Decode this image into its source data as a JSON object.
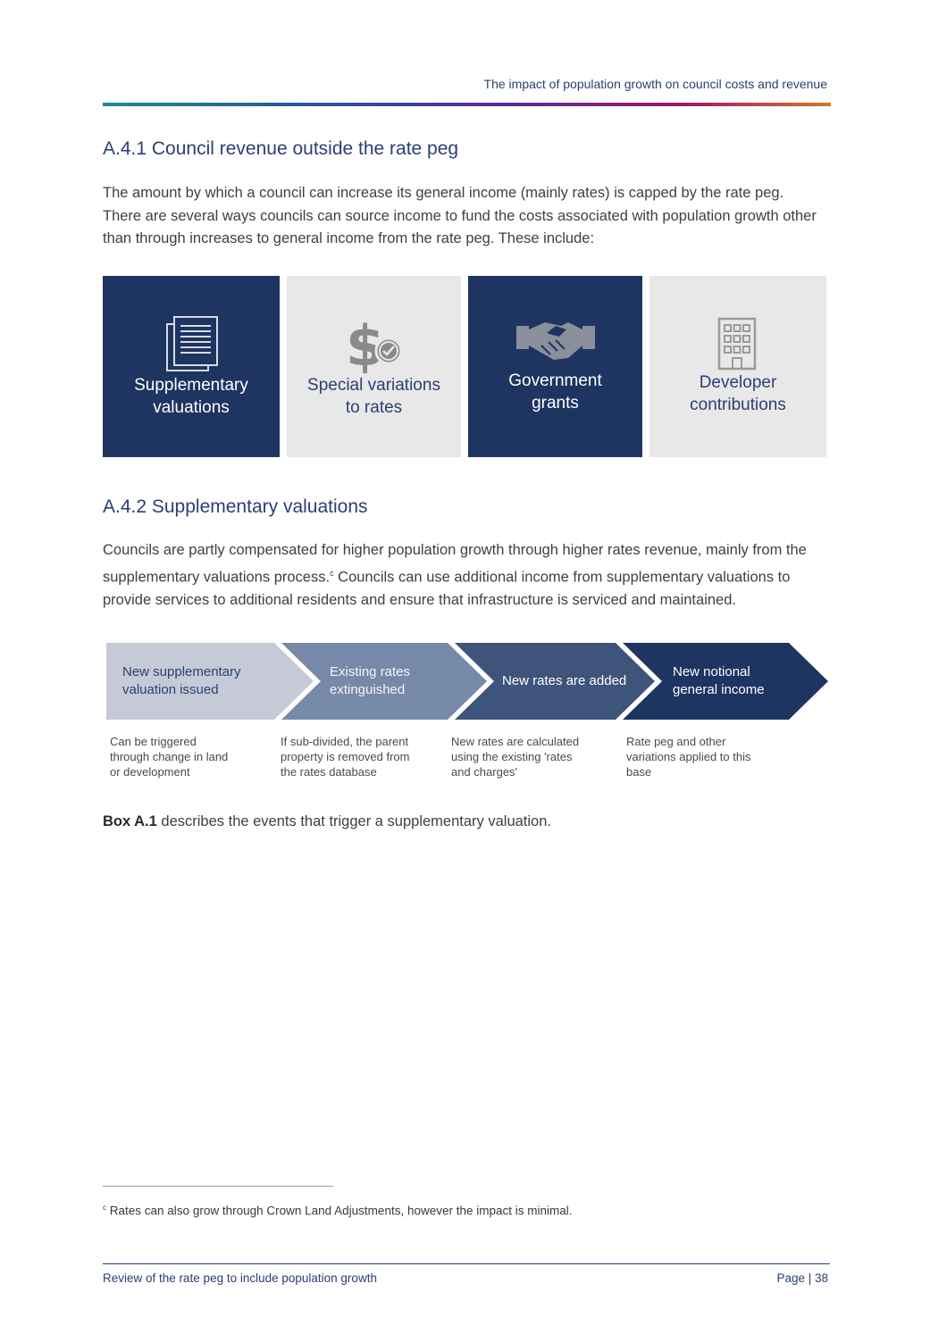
{
  "header": {
    "title": "The impact of population growth on council costs and revenue"
  },
  "section1": {
    "heading": "A.4.1 Council revenue outside the rate peg",
    "body": "The amount by which a council can increase its general income (mainly rates) is capped by the rate peg. There are several ways councils can source income to fund the costs associated with population growth other than through increases to general income from the rate peg. These include:"
  },
  "tiles": [
    {
      "line1": "Supplementary",
      "line2": "valuations",
      "icon": "document-icon"
    },
    {
      "line1": "Special variations",
      "line2": "to rates",
      "icon": "dollar-check-icon"
    },
    {
      "line1": "Government",
      "line2": "grants",
      "icon": "handshake-icon"
    },
    {
      "line1": "Developer",
      "line2": "contributions",
      "icon": "building-icon"
    }
  ],
  "section2": {
    "heading": "A.4.2 Supplementary valuations",
    "body_part1": "Councils are partly compensated for higher population growth through higher rates revenue, mainly from the supplementary valuations process.",
    "footnote_ref": "c",
    "body_part2": " Councils can use additional income from supplementary valuations to provide services to additional residents and ensure that infrastructure is serviced and maintained."
  },
  "process": [
    {
      "line1": "New supplementary",
      "line2": "valuation issued",
      "sub1": "Can be triggered",
      "sub2": "through change in land",
      "sub3": "or development"
    },
    {
      "line1": "Existing rates",
      "line2": "extinguished",
      "sub1": "If sub-divided, the parent",
      "sub2": "property is removed from",
      "sub3": "the rates database"
    },
    {
      "line1": "New rates are added",
      "line2": "",
      "sub1": "New rates are calculated",
      "sub2": "using the existing 'rates",
      "sub3": "and charges'"
    },
    {
      "line1": "New notional",
      "line2": "general income",
      "sub1": "Rate peg and other",
      "sub2": "variations applied to this",
      "sub3": "base"
    }
  ],
  "box_ref": {
    "bold": "Box A.1",
    "text": " describes the events that trigger a supplementary valuation."
  },
  "footnote": {
    "mark": "c",
    "text": "Rates can also grow through Crown Land Adjustments, however the impact is minimal."
  },
  "footer": {
    "left": "Review of the rate peg to include population growth",
    "right": "Page | 38"
  },
  "colors": {
    "navy": "#1e3461",
    "light_grey": "#e8e8e8",
    "accent_text": "#2b3f72"
  }
}
